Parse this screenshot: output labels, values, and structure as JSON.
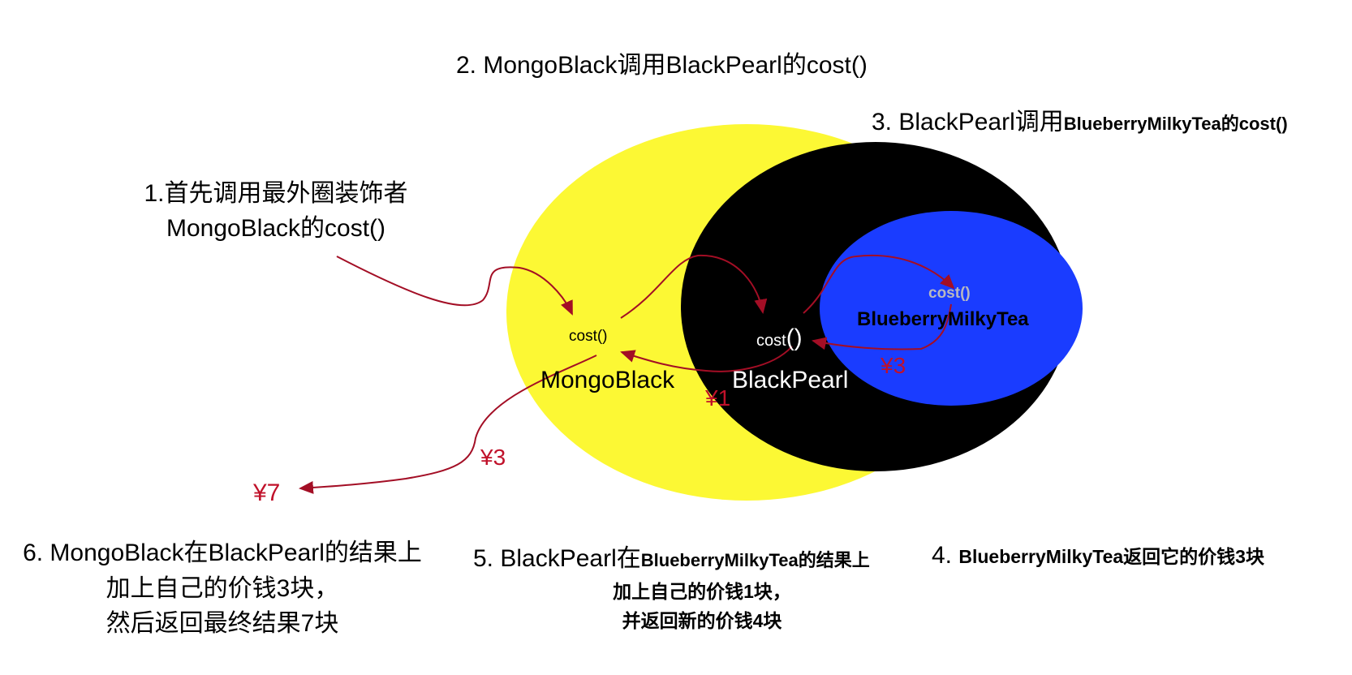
{
  "colors": {
    "outer_circle": "#fcf834",
    "middle_circle": "#000000",
    "inner_circle": "#1a3cff",
    "arrow": "#a30e25",
    "price": "#c0112a",
    "text_dark": "#000000",
    "text_light": "#ffffff",
    "text_grey": "#b8b8c0"
  },
  "layers": {
    "outer": {
      "name": "MongoBlack",
      "method": "cost()"
    },
    "middle": {
      "name": "BlackPearl",
      "method": "cost",
      "method_parens": "()"
    },
    "inner": {
      "name": "BlueberryMilkyTea",
      "method": "cost()"
    }
  },
  "prices": {
    "inner_return": "¥3",
    "middle_return": "¥1",
    "outer_return": "¥3",
    "final": "¥7"
  },
  "steps": {
    "step1": {
      "line1": "1.首先调用最外圈装饰者",
      "line2": "MongoBlack的cost()"
    },
    "step2": {
      "text": "2. MongoBlack调用BlackPearl的cost()"
    },
    "step3": {
      "prefix": "3. BlackPearl调用",
      "bold": "BlueberryMilkyTea的cost()"
    },
    "step4": {
      "prefix": "4. ",
      "bold": "BlueberryMilkyTea返回它的价钱3块"
    },
    "step5": {
      "prefix": "5. BlackPearl在",
      "bold": "BlueberryMilkyTea的结果上",
      "line2": "加上自己的价钱1块，",
      "line3": "并返回新的价钱4块"
    },
    "step6": {
      "line1": "6. MongoBlack在BlackPearl的结果上",
      "line2": "加上自己的价钱3块，",
      "line3": "然后返回最终结果7块"
    }
  }
}
